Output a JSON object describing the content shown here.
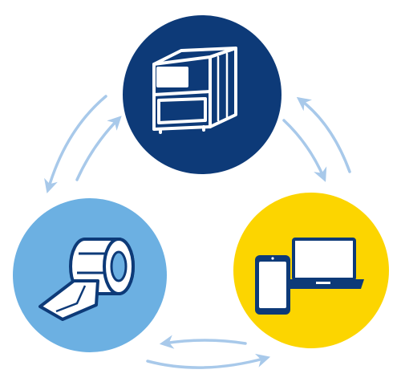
{
  "colors": {
    "printer_circle": "#0d3a78",
    "labels_circle": "#6cb0e2",
    "devices_circle": "#fcd500",
    "arrow": "#a8c9ea",
    "icon_fill": "#ffffff"
  },
  "nodes": [
    {
      "id": "printer",
      "icon": "label-printer-icon"
    },
    {
      "id": "labels",
      "icon": "label-roll-icon"
    },
    {
      "id": "devices",
      "icon": "phone-and-laptop-icon"
    }
  ],
  "connections": [
    {
      "from": "printer",
      "to": "labels",
      "direction": "bidirectional"
    },
    {
      "from": "printer",
      "to": "devices",
      "direction": "bidirectional"
    },
    {
      "from": "labels",
      "to": "devices",
      "direction": "bidirectional"
    }
  ]
}
